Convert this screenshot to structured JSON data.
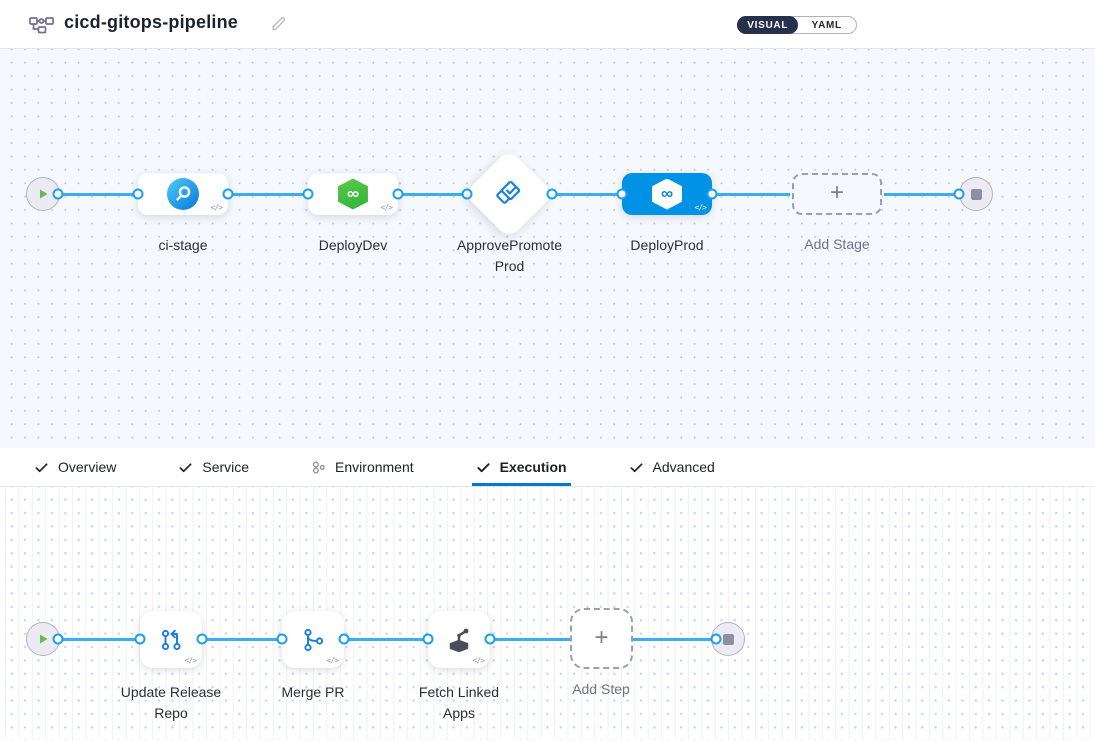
{
  "header": {
    "title": "cicd-gitops-pipeline",
    "view_toggle": {
      "visual_label": "VISUAL",
      "yaml_label": "YAML",
      "selected": "VISUAL"
    }
  },
  "stage_pipeline": {
    "stages": [
      {
        "name": "ci-stage",
        "type": "build",
        "selected": false
      },
      {
        "name": "DeployDev",
        "type": "deploy",
        "selected": false
      },
      {
        "name": "ApprovePromoteProd",
        "type": "approval",
        "selected": false
      },
      {
        "name": "DeployProd",
        "type": "deploy",
        "selected": true
      }
    ],
    "add_stage_label": "Add Stage"
  },
  "config_tabs": {
    "tabs": [
      {
        "label": "Overview",
        "icon": "check",
        "active": false
      },
      {
        "label": "Service",
        "icon": "check",
        "active": false
      },
      {
        "label": "Environment",
        "icon": "environment-nodes",
        "active": false
      },
      {
        "label": "Execution",
        "icon": "check",
        "active": true
      },
      {
        "label": "Advanced",
        "icon": "check",
        "active": false
      }
    ]
  },
  "execution_flow": {
    "steps": [
      {
        "name": "Update Release Repo",
        "icon": "update-release-repo"
      },
      {
        "name": "Merge PR",
        "icon": "merge-pr"
      },
      {
        "name": "Fetch Linked Apps",
        "icon": "fetch-linked-apps"
      }
    ],
    "add_step_label": "Add Step"
  },
  "glyphs": {
    "code_badge": "</>",
    "plus": "+",
    "infinity": "∞"
  },
  "colors": {
    "connector_blue": "#3aaef2",
    "port_blue": "#18a0f0",
    "selected_stage_blue": "#0092e4",
    "deploy_green": "#42c341",
    "accent_blue": "#0278d5",
    "toggle_dark": "#26304a",
    "canvas_top_bg": "#f5f9fd",
    "terminal_bg": "#ecebf4"
  }
}
